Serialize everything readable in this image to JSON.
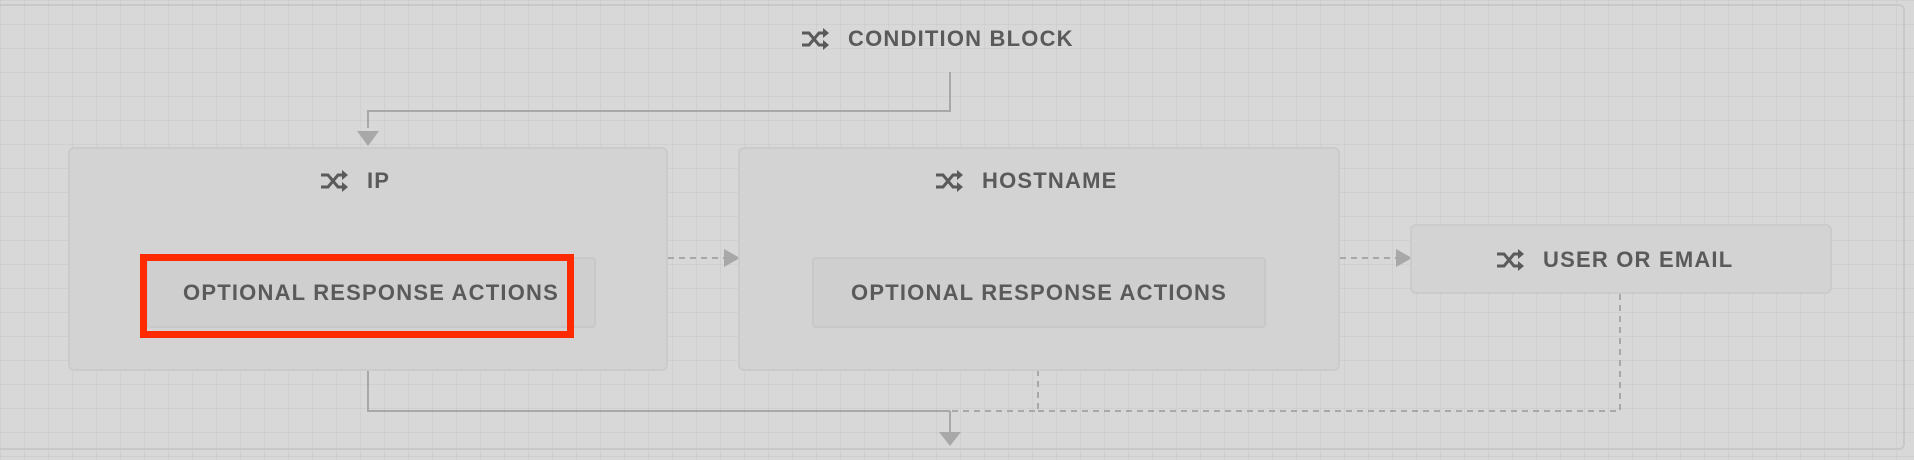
{
  "flow": {
    "condition_block": {
      "label": "CONDITION BLOCK",
      "icon": "shuffle-icon"
    },
    "nodes": [
      {
        "label": "IP",
        "icon": "shuffle-icon",
        "action_label": "OPTIONAL RESPONSE ACTIONS"
      },
      {
        "label": "HOSTNAME",
        "icon": "shuffle-icon",
        "action_label": "OPTIONAL RESPONSE ACTIONS"
      },
      {
        "label": "USER OR EMAIL",
        "icon": "shuffle-icon"
      }
    ]
  },
  "colors": {
    "background": "#d8d8d8",
    "text": "#5a5a5a",
    "connector": "#a8a8a8",
    "highlight": "#ff2a00"
  }
}
